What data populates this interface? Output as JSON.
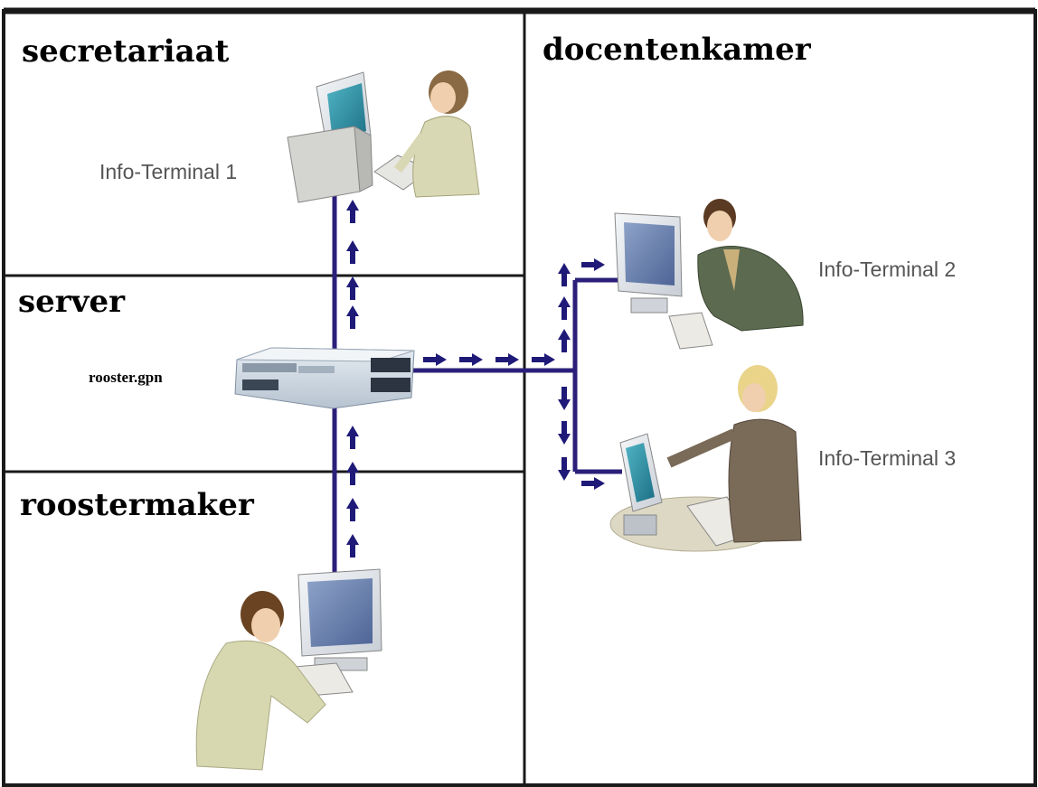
{
  "rooms": {
    "secretariaat": {
      "title": "secretariaat"
    },
    "server": {
      "title": "server",
      "host": "rooster.gpn"
    },
    "roostermaker": {
      "title": "roostermaker"
    },
    "docentenkamer": {
      "title": "docentenkamer"
    }
  },
  "terminals": [
    {
      "label": "Info-Terminal 1"
    },
    {
      "label": "Info-Terminal 2"
    },
    {
      "label": "Info-Terminal 3"
    }
  ],
  "colors": {
    "network_line": "#2b1f7a",
    "arrow": "#1f1a78",
    "border": "#1a1a1a"
  },
  "icons": [
    "desktop-computer-icon",
    "server-rack-icon",
    "person-icon",
    "network-arrow-icon"
  ]
}
